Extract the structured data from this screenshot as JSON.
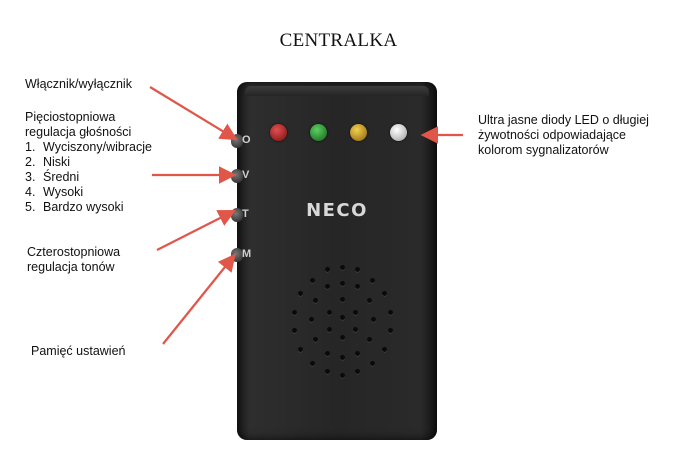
{
  "title": "CENTRALKA",
  "device": {
    "brand": "NECO",
    "buttons": [
      "O",
      "V",
      "T",
      "M"
    ],
    "leds": [
      {
        "name": "red",
        "color": "#a01818"
      },
      {
        "name": "green",
        "color": "#1e8a28"
      },
      {
        "name": "yellow",
        "color": "#c89a10"
      },
      {
        "name": "white",
        "color": "#e8e8e8"
      }
    ]
  },
  "labels": {
    "power": "Włącznik/wyłącznik",
    "volume": {
      "heading_line1": "Pięciostopniowa",
      "heading_line2": "regulacja głośności",
      "items": [
        {
          "num": "1.",
          "text": "Wyciszony/wibracje"
        },
        {
          "num": "2.",
          "text": "Niski"
        },
        {
          "num": "3.",
          "text": "Średni"
        },
        {
          "num": "4.",
          "text": "Wysoki"
        },
        {
          "num": "5.",
          "text": "Bardzo wysoki"
        }
      ]
    },
    "tone_line1": "Czterostopniowa",
    "tone_line2": "regulacja tonów",
    "memory": "Pamięć ustawień",
    "leds_line1": "Ultra jasne diody LED o długiej",
    "leds_line2": "żywotności odpowiadające",
    "leds_line3": "kolorom sygnalizatorów"
  },
  "colors": {
    "arrow": "#e0574a",
    "device_body": "#262626"
  }
}
